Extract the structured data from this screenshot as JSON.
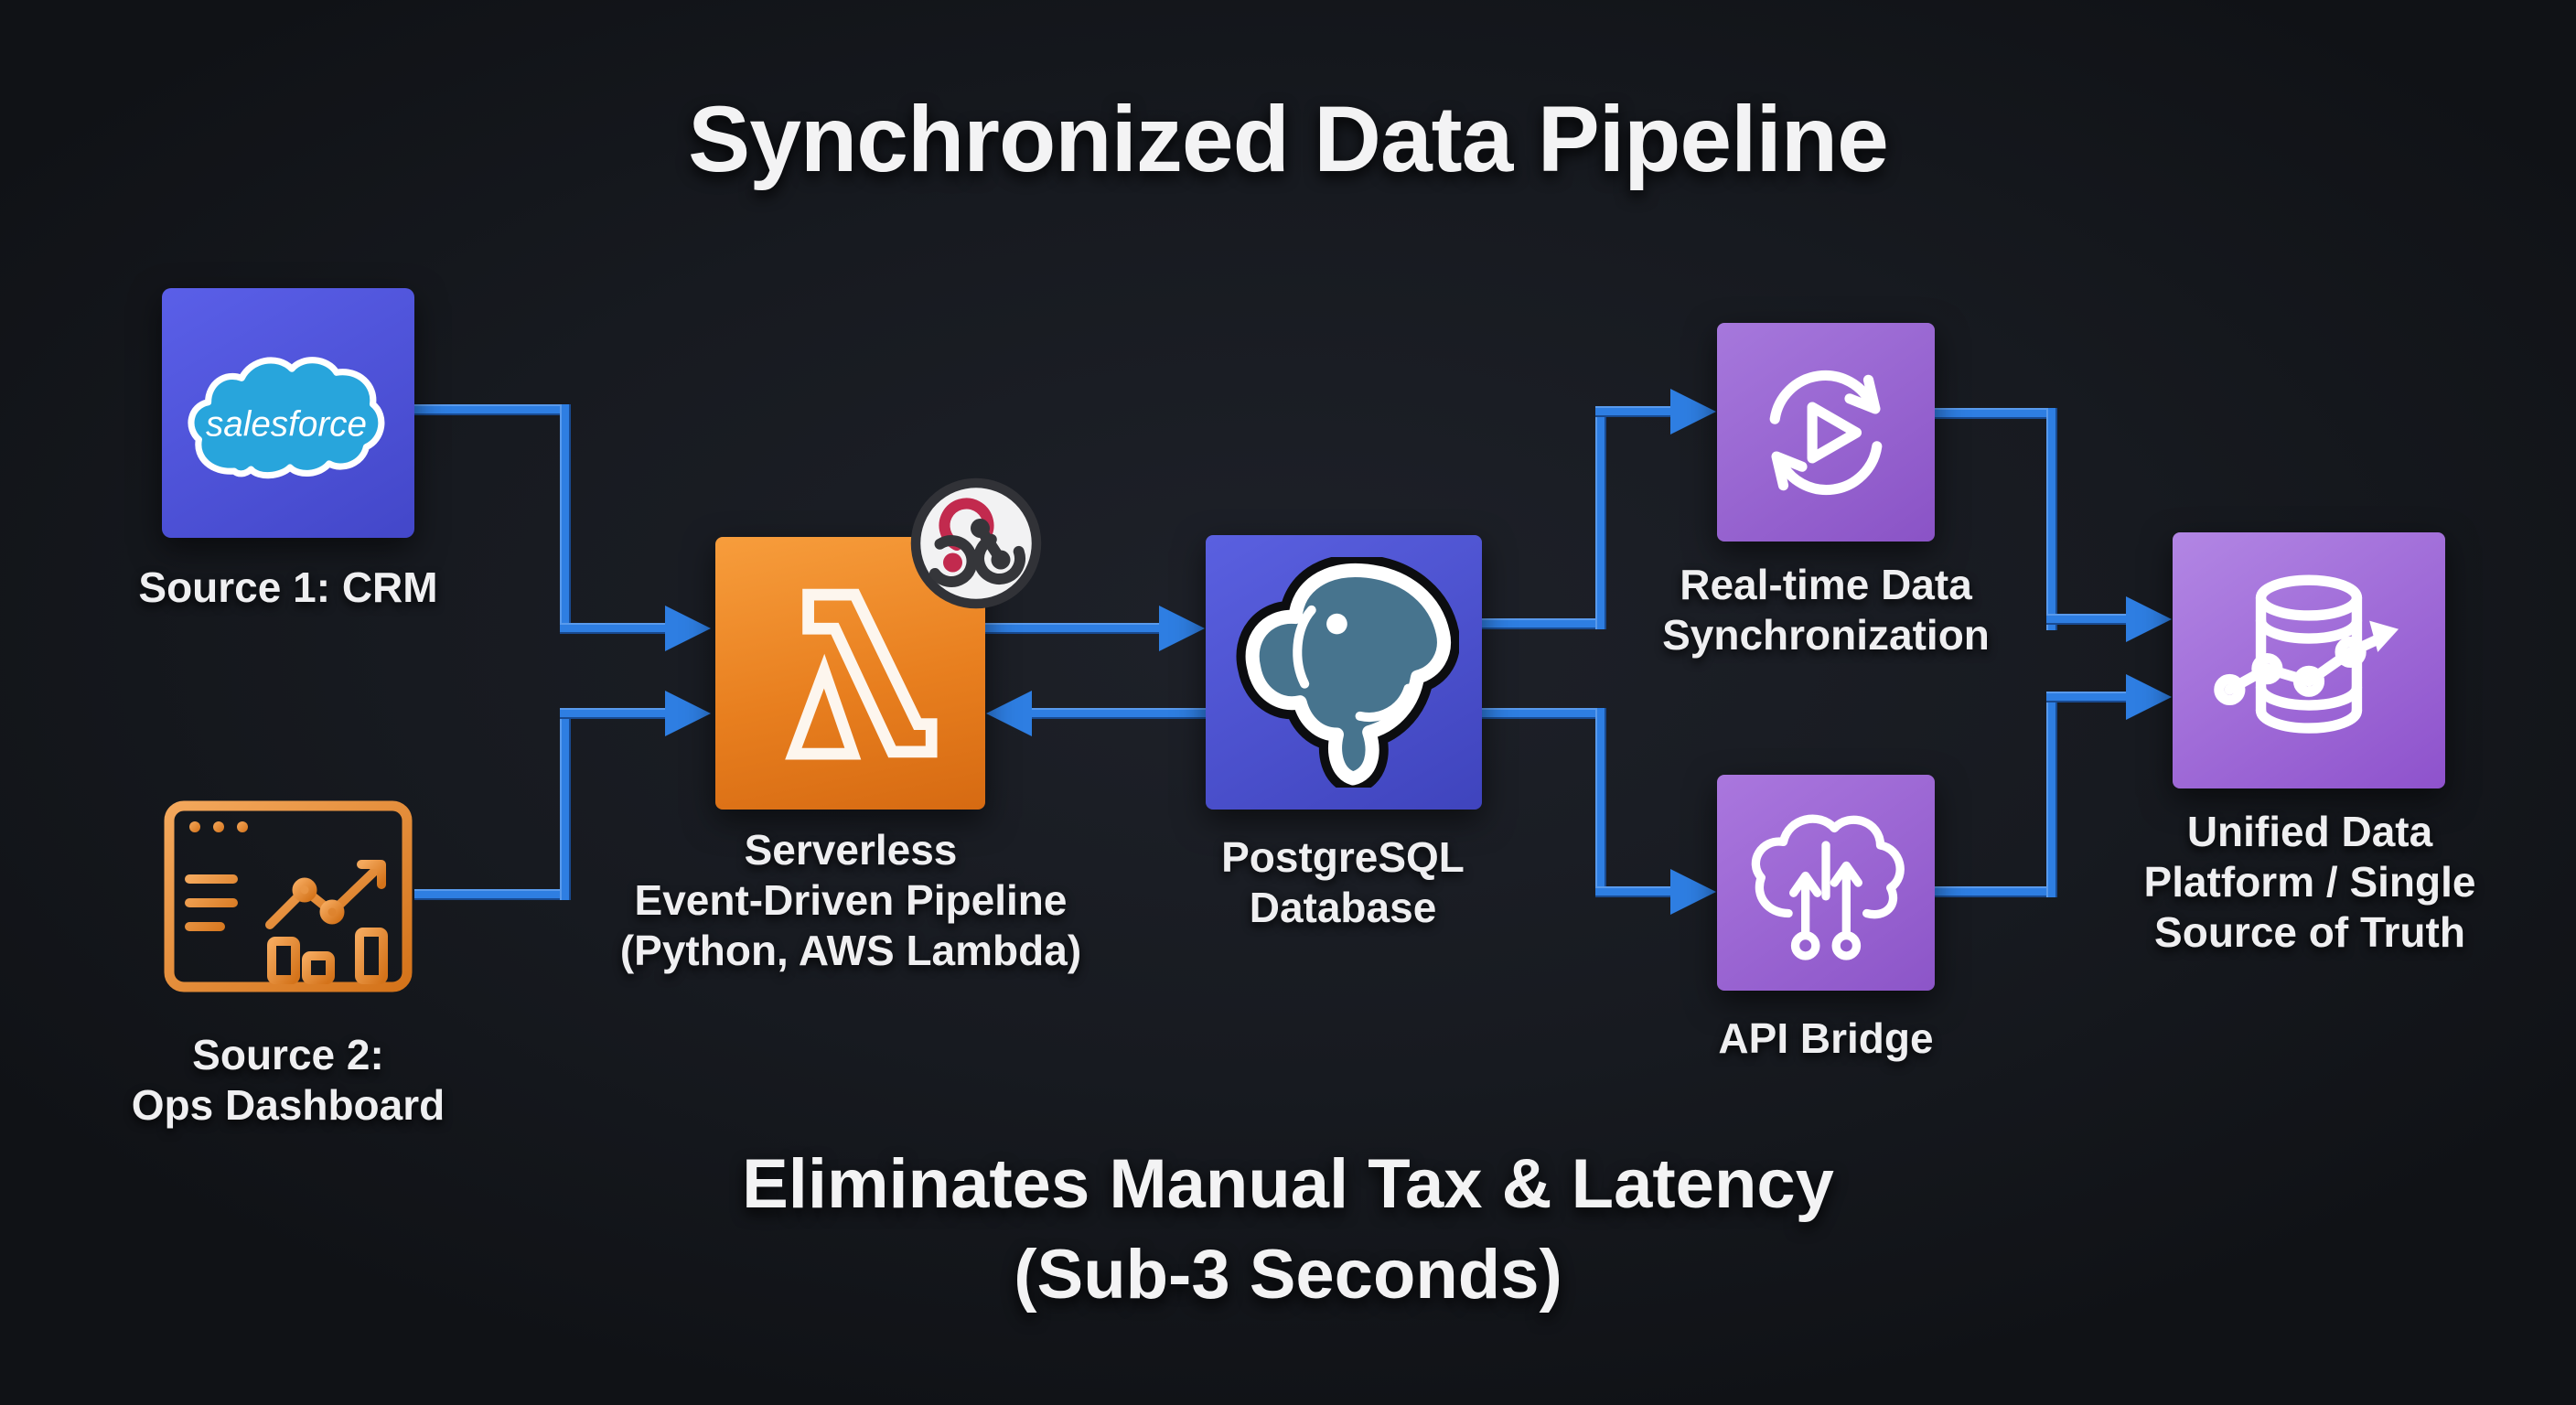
{
  "title": "Synchronized Data Pipeline",
  "tagline": "Eliminates Manual Tax & Latency\n(Sub-3 Seconds)",
  "nodes": {
    "source1": {
      "label": "Source 1: CRM",
      "logo_text": "salesforce"
    },
    "source2": {
      "label": "Source 2:\nOps Dashboard"
    },
    "lambda": {
      "label": "Serverless\nEvent-Driven Pipeline\n(Python, AWS Lambda)"
    },
    "postgres": {
      "label": "PostgreSQL\nDatabase"
    },
    "sync": {
      "label": "Real-time Data\nSynchronization"
    },
    "api": {
      "label": "API Bridge"
    },
    "unified": {
      "label": "Unified Data\nPlatform / Single\nSource of Truth"
    }
  },
  "icons": {
    "source1": "salesforce-cloud-logo-icon",
    "source2": "dashboard-window-icon",
    "lambda": "aws-lambda-icon",
    "lambda_badge": "webhook-icon",
    "postgres": "postgresql-elephant-icon",
    "sync": "circular-sync-play-icon",
    "api": "cloud-api-arrows-icon",
    "unified": "database-analytics-icon"
  },
  "colors": {
    "background": "#171a20",
    "connector_blue": "#2e7ee2",
    "salesforce_box": "#4d52d9",
    "salesforce_cloud": "#28a5dc",
    "ops_orange": "#e8882f",
    "lambda_orange": "#ec8424",
    "postgres_box": "#4a50cc",
    "postgres_elephant": "#47748e",
    "purple_box": "#9a63d2",
    "webhook_crimson": "#c22a4e",
    "text": "#f1f1f2"
  }
}
